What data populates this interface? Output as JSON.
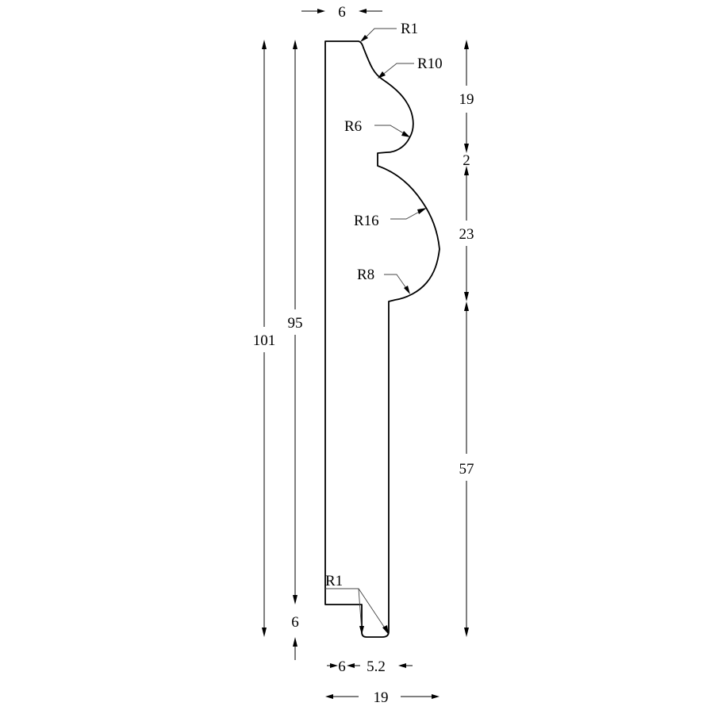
{
  "dimensions": {
    "top_width": "6",
    "overall_height": "101",
    "body_height": "95",
    "bottom_offset": "6",
    "segment_upper": "19",
    "segment_gap": "2",
    "segment_middle": "23",
    "segment_lower": "57",
    "bottom_step": "6",
    "bottom_groove": "5.2",
    "overall_width": "19"
  },
  "radii": {
    "top_corner": "R1",
    "upper_cove": "R10",
    "upper_bead": "R6",
    "main_bead": "R16",
    "lower_cove": "R8",
    "bottom_corner": "R1"
  },
  "colors": {
    "line": "#000000",
    "background": "#ffffff"
  }
}
